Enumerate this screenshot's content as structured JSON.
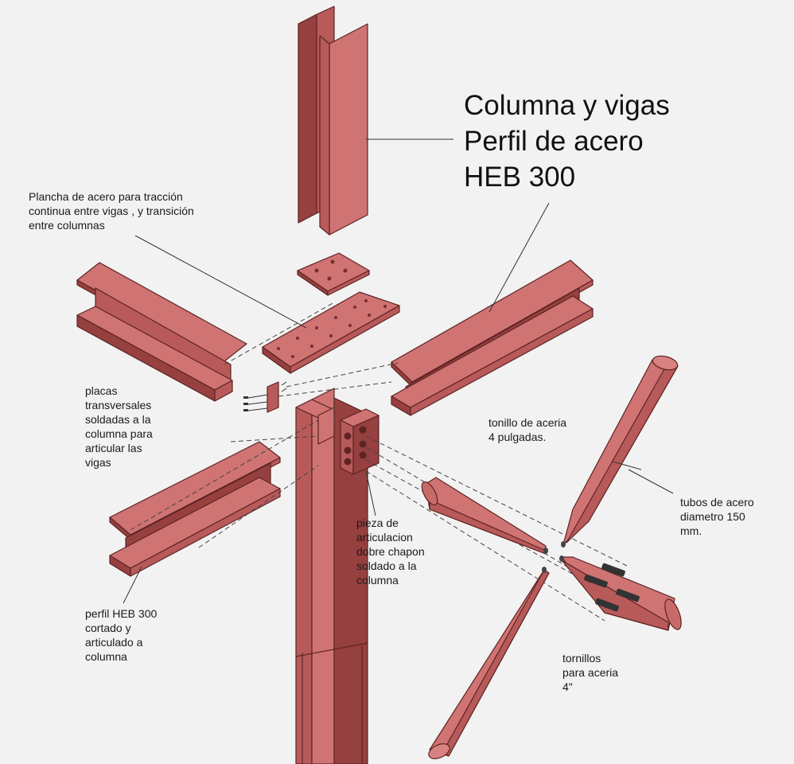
{
  "title": {
    "line1": "Columna y vigas",
    "line2": "Perfil de acero",
    "line3": "HEB 300"
  },
  "labels": {
    "plancha": "Plancha de acero para tracción\ncontinua entre vigas , y transición\nentre columnas",
    "placas": "placas\ntransversales\nsoldadas a la\ncolumna para\narticular las\nvigas",
    "tonillo": "tonillo de aceria\n4 pulgadas.",
    "tubos": "tubos de acero\ndiametro 150\nmm.",
    "pieza": "pieza de\narticulacion\ndobre chapon\nsoldado a la\ncolumna",
    "perfil": "perfil HEB 300\ncortado y\narticulado a\ncolumna",
    "tornillos": "tornillos\npara aceria\n4\""
  },
  "colors": {
    "steel_face": "#c86a6a",
    "steel_dark": "#9e4545",
    "steel_edge": "#7a2e2e",
    "background": "#f2f2f2"
  }
}
